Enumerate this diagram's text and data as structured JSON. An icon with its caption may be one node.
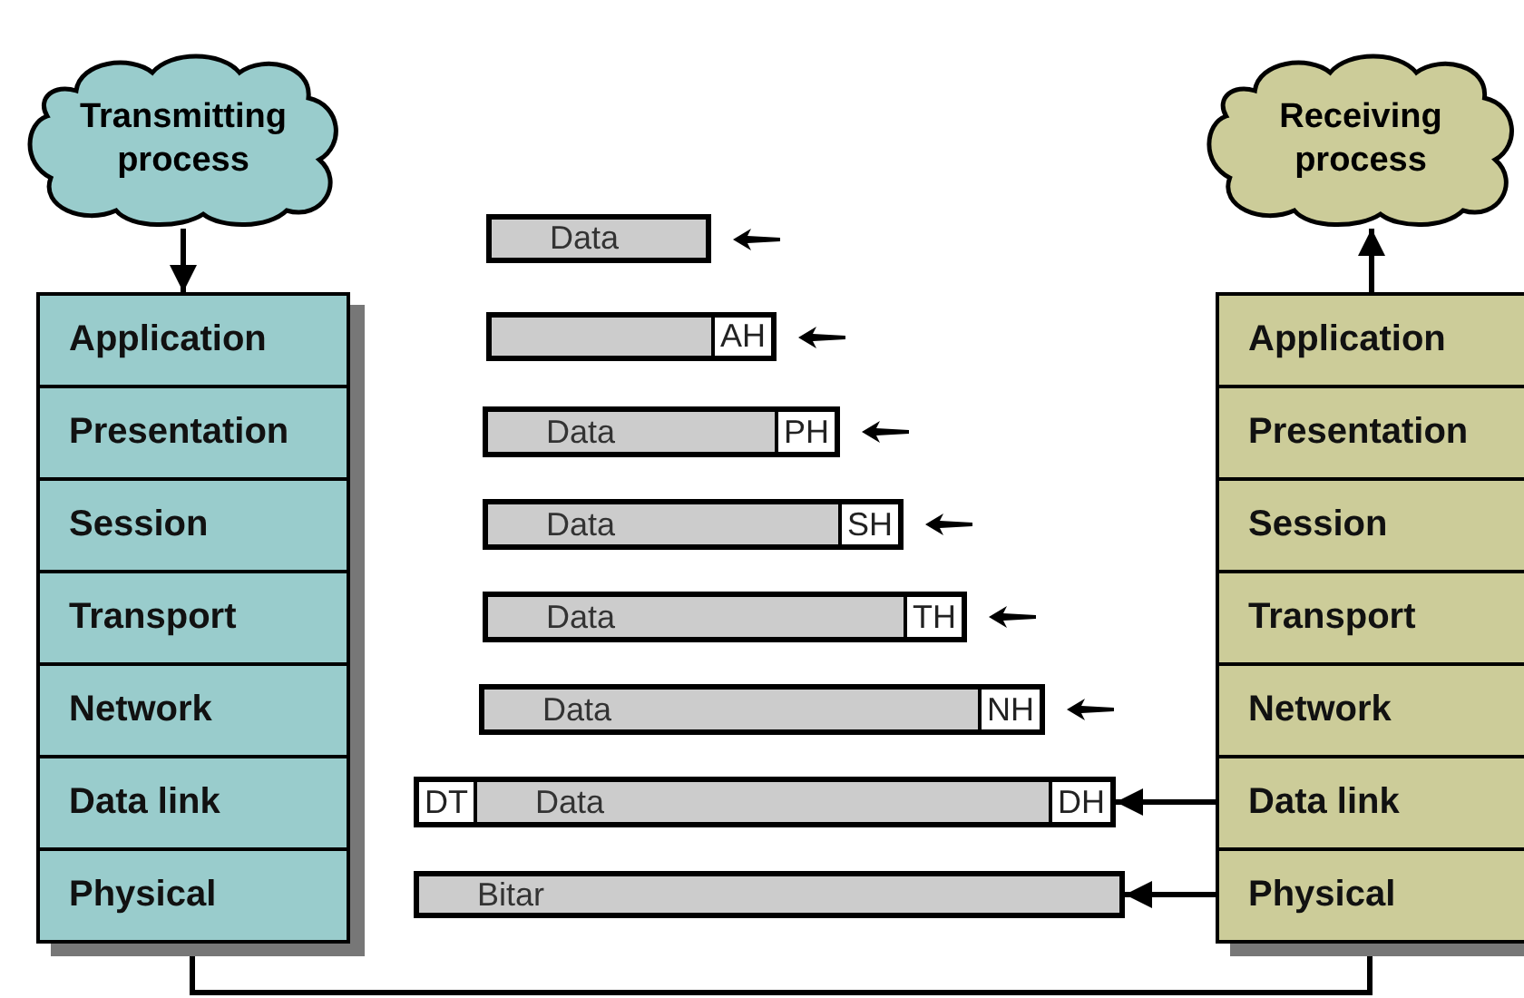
{
  "diagram": {
    "nodes": [
      {
        "text": [
          "Transmitting process"
        ]
      },
      {
        "text": [
          "Receiving process"
        ]
      },
      {
        "text": [
          "Application"
        ]
      },
      {
        "text": [
          "Presentation"
        ]
      },
      {
        "text": [
          "Session"
        ]
      },
      {
        "text": [
          "Transport"
        ]
      },
      {
        "text": [
          "Network"
        ]
      },
      {
        "text": [
          "Data link"
        ]
      },
      {
        "text": [
          "Physical"
        ]
      },
      {
        "text": [
          "Application"
        ]
      },
      {
        "text": [
          "Presentation"
        ]
      },
      {
        "text": [
          "Session"
        ]
      },
      {
        "text": [
          "Transport"
        ]
      },
      {
        "text": [
          "Network"
        ]
      },
      {
        "text": [
          "Data link"
        ]
      },
      {
        "text": [
          "Physical"
        ]
      },
      {
        "text": [
          "Data"
        ]
      },
      {
        "text": [
          "AH"
        ]
      },
      {
        "text": [
          "Data",
          "PH"
        ]
      },
      {
        "text": [
          "Data",
          "SH"
        ]
      },
      {
        "text": [
          "Data",
          "TH"
        ]
      },
      {
        "text": [
          "Data",
          "NH"
        ]
      },
      {
        "text": [
          "DT",
          "Data",
          "DH"
        ]
      },
      {
        "text": [
          "Bitar"
        ]
      }
    ],
    "edges": [
      {
        "from": 0,
        "to": 2,
        "arrow": "to"
      },
      {
        "from": 9,
        "to": 1,
        "arrow": "to"
      },
      {
        "from": 14,
        "to": 22,
        "arrow": "to"
      },
      {
        "from": 15,
        "to": 23,
        "arrow": "to"
      },
      {
        "from": 8,
        "to": 15,
        "arrow": "none"
      }
    ]
  }
}
